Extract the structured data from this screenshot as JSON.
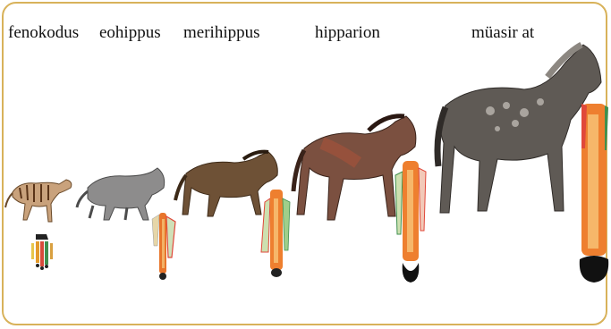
{
  "species": [
    {
      "name": "fenokodus"
    },
    {
      "name": "eohippus"
    },
    {
      "name": "merihippus"
    },
    {
      "name": "hipparion"
    },
    {
      "name": "müasir at"
    }
  ]
}
